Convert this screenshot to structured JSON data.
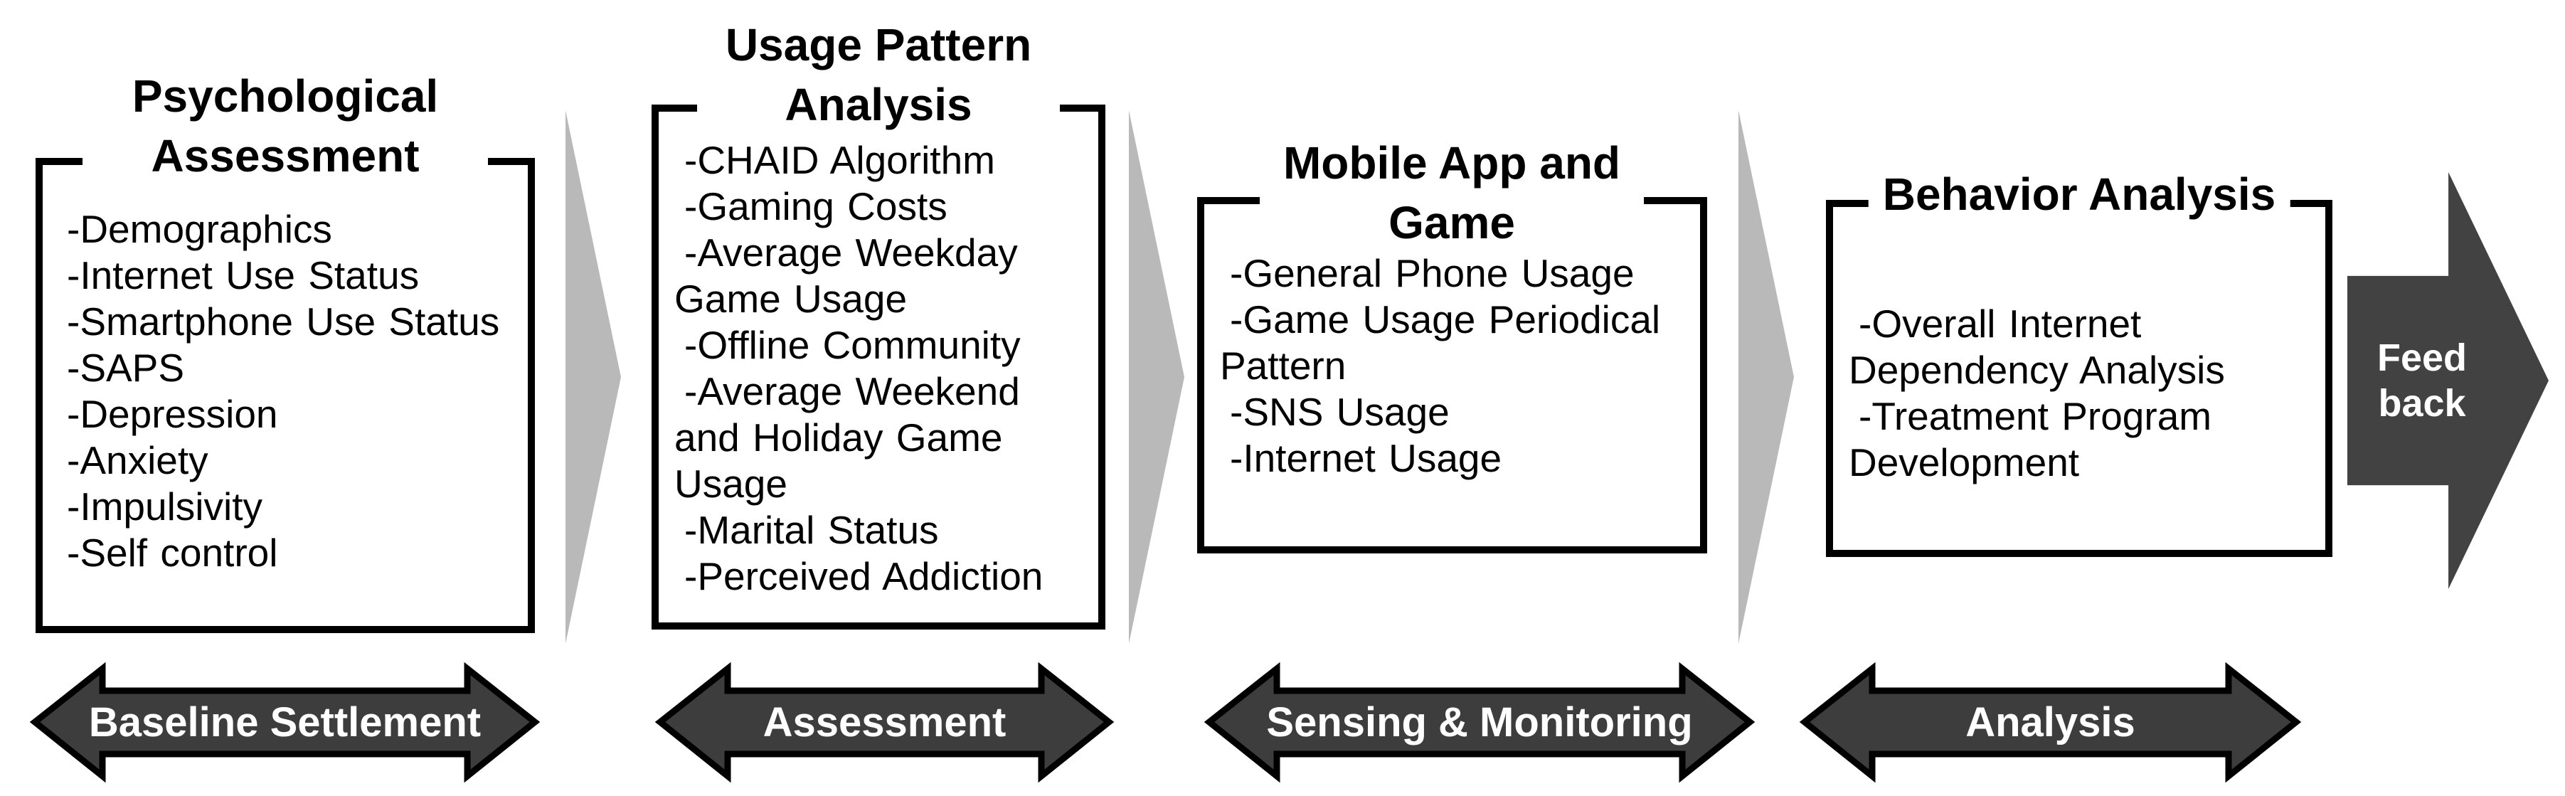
{
  "diagram": {
    "stages": [
      {
        "title": "Psychological Assessment",
        "items": [
          "-Demographics",
          "-Internet Use Status",
          "-Smartphone Use Status",
          "-SAPS",
          "-Depression",
          "-Anxiety",
          "-Impulsivity",
          "-Self control"
        ],
        "phase": "Baseline Settlement"
      },
      {
        "title": "Usage Pattern Analysis",
        "items": [
          "-CHAID Algorithm",
          "-Gaming Costs",
          "-Average Weekday Game Usage",
          "-Offline Community",
          "-Average Weekend and Holiday Game Usage",
          "-Marital Status",
          "-Perceived Addiction"
        ],
        "phase": "Assessment"
      },
      {
        "title": "Mobile App and Game",
        "items": [
          "-General Phone Usage",
          "-Game Usage Periodical Pattern",
          "-SNS Usage",
          "-Internet Usage"
        ],
        "phase": "Sensing & Monitoring"
      },
      {
        "title": "Behavior Analysis",
        "items": [
          "-Overall Internet Dependency Analysis",
          "-Treatment Program Development"
        ],
        "phase": "Analysis"
      }
    ],
    "feedback_label": "Feed back",
    "colors": {
      "flow_arrow": "#b9b9b9",
      "phase_arrow_fill": "#3d3d3d",
      "phase_arrow_outline": "#000000",
      "feedback_arrow_fill": "#424242",
      "box_border": "#000000",
      "arrow_label_text": "#ffffff",
      "body_text": "#000000",
      "background": "#ffffff"
    }
  }
}
